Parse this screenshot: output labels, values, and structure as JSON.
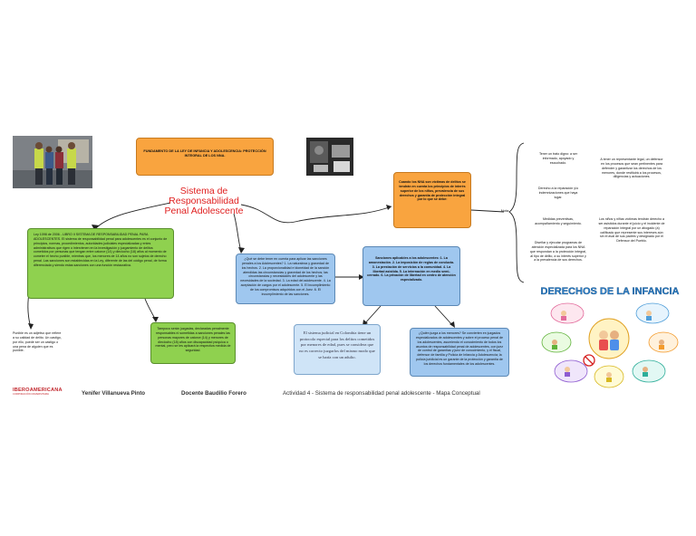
{
  "central_title": "Sistema de Responsabilidad Penal Adolescente",
  "fundamento_box": "FUNDAMENTO DE LA LEY DE INFANCIA Y ADOLESCENCIA: PROTECCIÓN INTEGRAL DE LOS NNA.",
  "ley_box": "Ley 1098 de 2006 - LIBRO II SISTEMA DE RESPONSABILIDAD PENAL PARA ADOLESCENTES. El sistema de responsabilidad penal para adolescentes es el conjunto de principios, normas, procedimientos, autoridades judiciales especializadas y entes administrativos que rigen o intervienen en la investigación y juzgamiento de delitos cometidos por personas que tengan entre catorce (14) y dieciocho (18) años al momento de cometer el hecho punible, mientras que, los menores de 14 años no son sujetos de derecho penal. Las sanciones son establecidas en la Ley, diferente de las del código penal, de forma diferenciada y siendo estas sanciones con una función restaurativa.",
  "side_note": "Punible es un adjetivo que refiere a su calidad de delito. Un castigo, por ello, puede ser un castigo o una pena de alguien que es punible.",
  "tampoco_box": "Tampoco serán juzgadas, declaradas penalmente responsables ni sometidas a sanciones penales las personas mayores de catorce (14) y menores de dieciocho (18) años con discapacidad psíquica o mental, pero se les aplicará la respectiva medida de seguridad.",
  "cuando_box": "Cuando los NNA son víctimas de delitos se tendrán en cuenta los principios de interés superior de los niños, prevalencia de sus derechos y garantía de protección integral por lo que se debe:",
  "que_box": "¿Qué se debe tener en cuenta para aplicar las sanciones penales a los Adolescentes? 1. La naturaleza y gravedad de los hechos. 2. La proporcionalidad e idoneidad de la sanción atendidas las circunstancias y gravedad de los hechos; las circunstancias y necesidades del adolescente y las necesidades de la sociedad. 3. La edad del adolescente. 4. La aceptación de cargos por el adolescente. 5. El incumplimiento de los compromisos adquiridos con el Juez. 6. El incumplimiento de las sanciones.",
  "sanciones_box": "Sanciones aplicables a los adolescentes: 1. La amonestación. 2. La imposición de reglas de conducta. 3. La prestación de servicios a la comunidad. 4. La libertad asistida. 5. La internación en medio semi-cerrado. 6. La privación de libertad en centro de atención especializado.",
  "sistema_judicial": "El sistema judicial en Colombia tiene un protocolo especial para los delitos cometidos por menores de edad, pues se considera que no es correcto juzgarlos del mismo modo que se haría con un adulto.",
  "cual_box": "¿Quién juzga a los menores? Se convierten en juzgados especializados de adolescentes y sobre el proceso penal de los adolescentes, asumiendo el conocimiento de todos los asuntos de responsabilidad penal de adolescentes, con juez de control de garantías y juez de conocimiento, y el fiscal, defensor de familia y Policía de Infancia y Adolescencia; la policía juridicial es un garante de la protección y garantía de los derechos fundamentales de los adolescentes.",
  "nota_label": "Nota",
  "right_items": [
    "Tener un trato digno: a ser informado, apoyado y escuchado.",
    "Derecho a la reparación y/o indemnizaciones que haya lugar.",
    "Medidas preventivas, acompañamiento y seguimiento.",
    "Diseñar y ejecutar programas de atención especializada para los NNA que respondan a la protección integral, al tipo de delito, a su interés superior y a la prevalencia de sus derechos.",
    "A tener un representante legal, un defensor en los procesos que sean pertinentes para defender y garantizar los derechos de los menores, donde restituirá a los procesos, diligencias y actuaciones.",
    "Los niños y niñas víctimas tendrán derecho a ser asistidos durante el juicio y el incidente de reparación integral por un abogado (a) calificado que represente sus intereses aún sin el aval de sus padres y designado por el Defensor del Pueblo."
  ],
  "derechos_title": "DERECHOS DE LA INFANCIA",
  "footer": {
    "logo_text": "IBEROAMERICANA",
    "logo_sub": "CORPORACIÓN UNIVERSITARIA",
    "student": "Yenifer Villanueva Pinto",
    "teacher": "Docente  Baudilio Forero",
    "activity": "Actividad 4 - Sistema de responsabilidad penal adolescente - Mapa Conceptual"
  },
  "colors": {
    "green": "#8fd14f",
    "orange": "#f9a43f",
    "blue": "#9fc7ef",
    "title_red": "#e02020"
  }
}
